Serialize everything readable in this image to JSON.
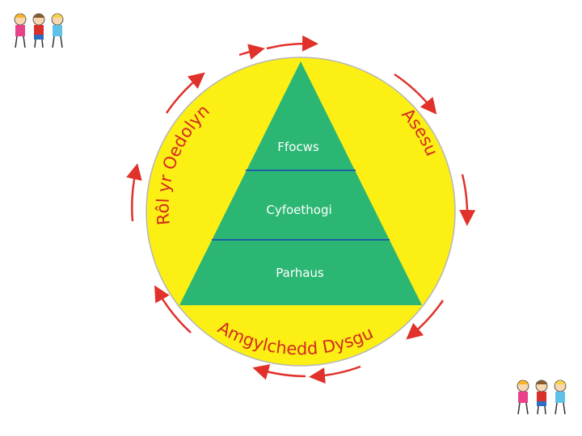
{
  "diagram": {
    "tiers": [
      {
        "label": "Ffocws"
      },
      {
        "label": "Cyfoethogi"
      },
      {
        "label": "Parhaus"
      }
    ],
    "ring_labels": {
      "left": "Rôl yr Oedolyn",
      "right": "Asesu",
      "bottom": "Amgylchedd Dysgu"
    },
    "colors": {
      "circle": "#fbef14",
      "circle_outline": "#b7b7b7",
      "triangle": "#2bb673",
      "tier_divider": "#1f5fa8",
      "ring_text": "#d42a20",
      "arrows": "#e0312a",
      "tier_text": "#ffffff"
    },
    "arrow_count": 10,
    "clipart": [
      {
        "name": "children-clipart",
        "position": "top-left"
      },
      {
        "name": "children-clipart",
        "position": "bottom-right"
      }
    ]
  }
}
